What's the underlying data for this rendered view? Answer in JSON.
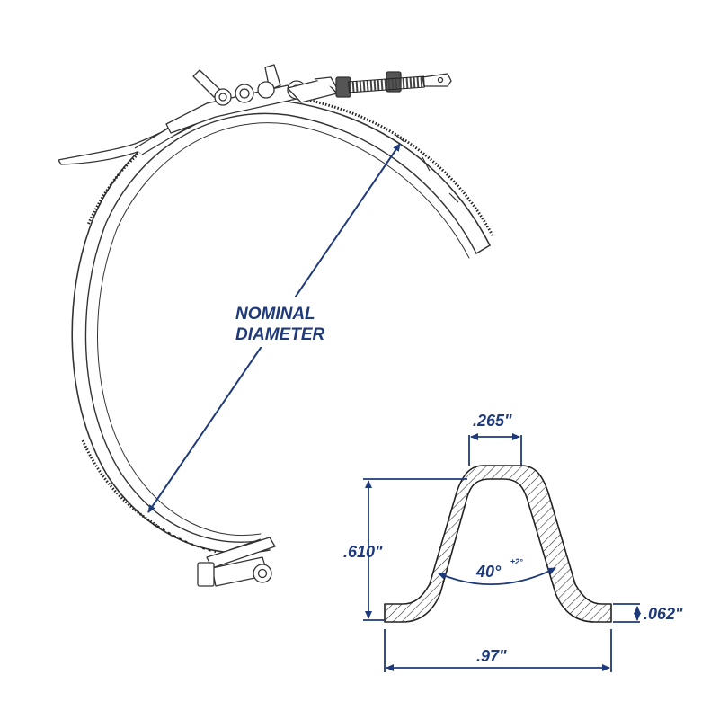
{
  "colors": {
    "line": "#333333",
    "dimension": "#1f3a7a",
    "background": "#ffffff"
  },
  "labels": {
    "nominal_line1": "NOMINAL",
    "nominal_line2": "DIAMETER",
    "top_width": ".265\"",
    "height": ".610\"",
    "angle": "40°",
    "angle_tolerance": "±2°",
    "thickness": ".062\"",
    "base_width": ".97\""
  }
}
